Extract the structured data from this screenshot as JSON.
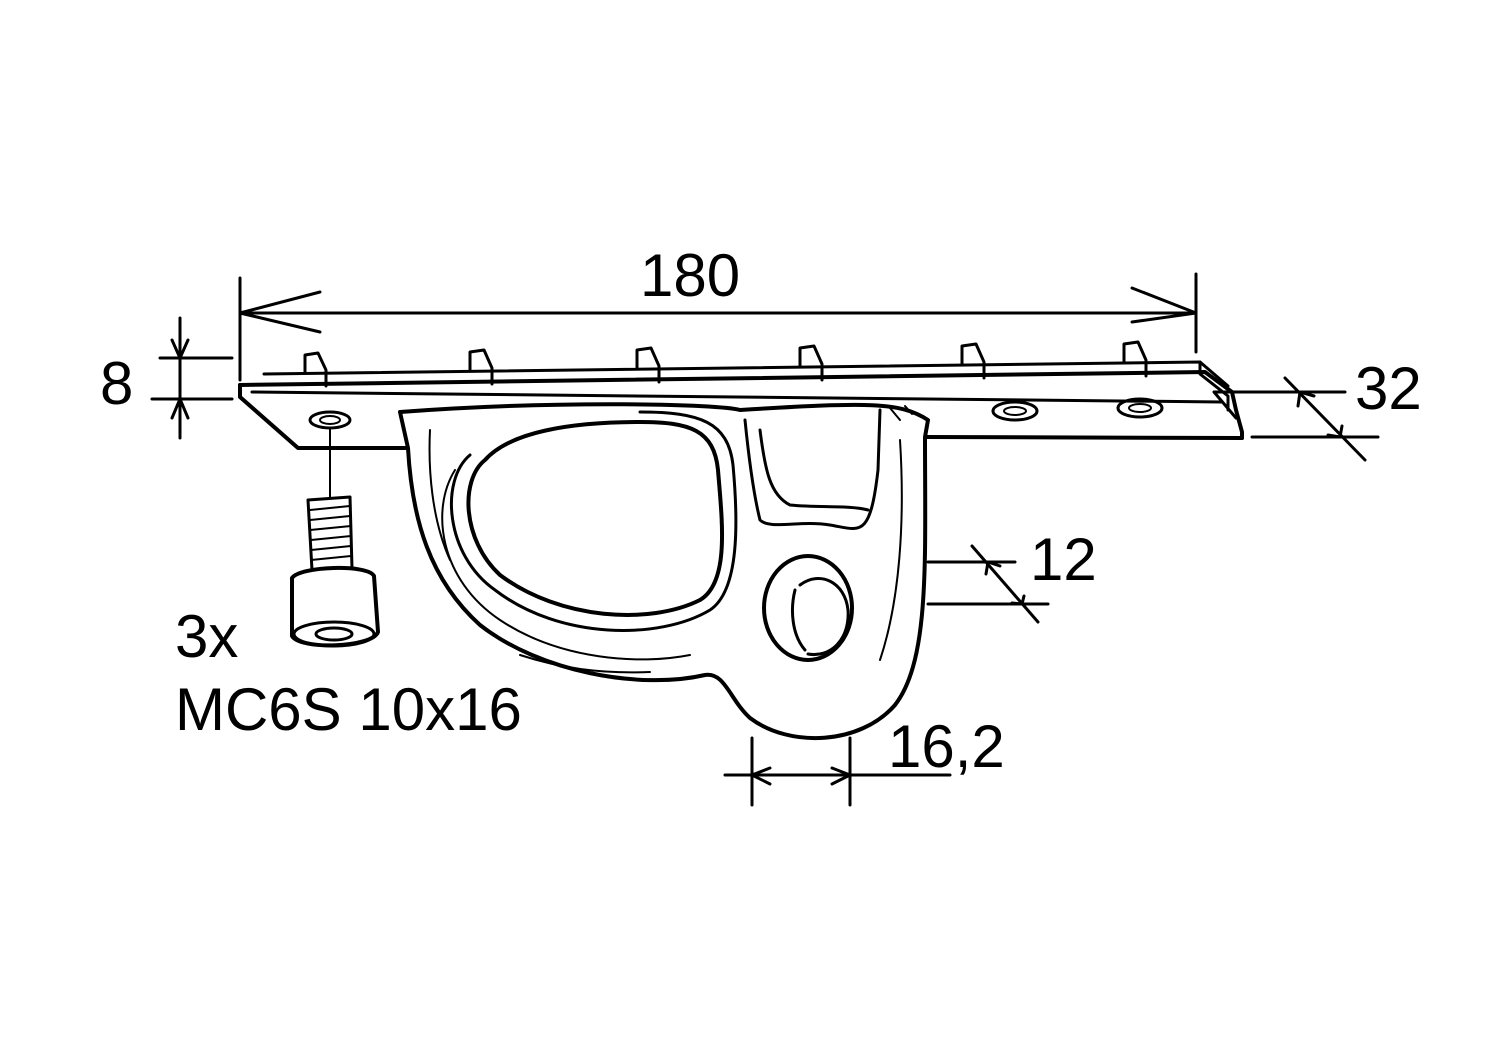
{
  "dimensions": {
    "length": "180",
    "height": "8",
    "width": "32",
    "hole_diameter": "12",
    "hook_width": "16,2"
  },
  "annotation": {
    "quantity": "3x",
    "screw_spec": "MC6S 10x16"
  }
}
